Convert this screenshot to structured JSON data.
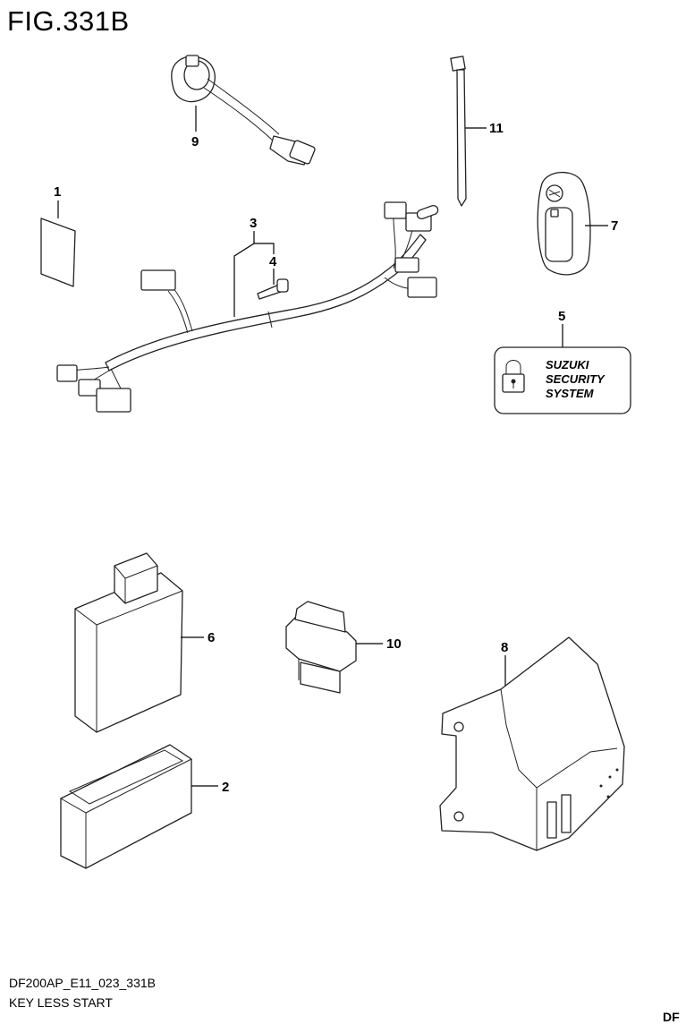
{
  "figure": {
    "title": "FIG.331B",
    "model_code": "DF200AP_E11_023_331B",
    "group_name": "KEY LESS START",
    "corner_mark": "DF"
  },
  "callouts": [
    {
      "id": "1",
      "label": "1"
    },
    {
      "id": "2",
      "label": "2"
    },
    {
      "id": "3",
      "label": "3"
    },
    {
      "id": "4",
      "label": "4"
    },
    {
      "id": "5",
      "label": "5"
    },
    {
      "id": "6",
      "label": "6"
    },
    {
      "id": "7",
      "label": "7"
    },
    {
      "id": "8",
      "label": "8"
    },
    {
      "id": "9",
      "label": "9"
    },
    {
      "id": "10",
      "label": "10"
    },
    {
      "id": "11",
      "label": "11"
    }
  ],
  "sticker": {
    "line1": "SUZUKI",
    "line2": "SECURITY",
    "line3": "SYSTEM"
  }
}
